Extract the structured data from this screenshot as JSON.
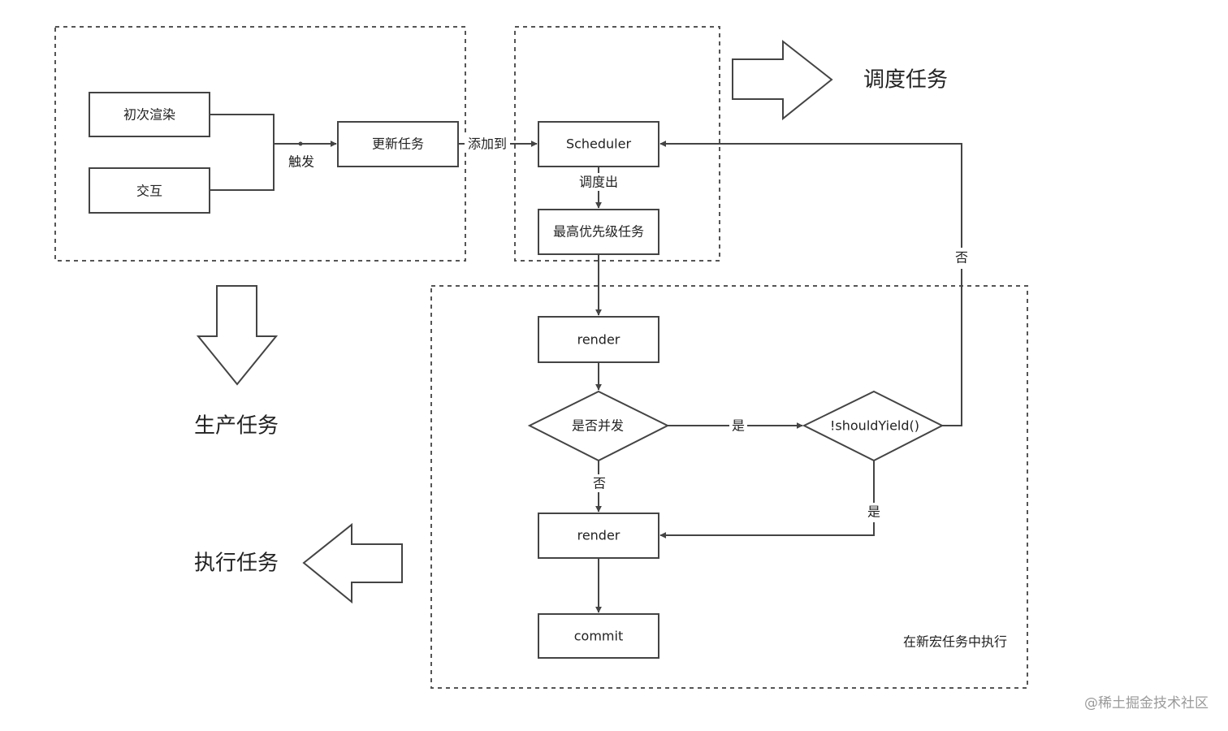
{
  "nodes": {
    "initial_render": "初次渲染",
    "interaction": "交互",
    "update_task": "更新任务",
    "scheduler": "Scheduler",
    "highest_priority_task": "最高优先级任务",
    "render_1": "render",
    "is_concurrent": "是否并发",
    "should_yield": "!shouldYield()",
    "render_2": "render",
    "commit": "commit"
  },
  "edge_labels": {
    "trigger": "触发",
    "add_to": "添加到",
    "schedule_out": "调度出",
    "yes_1": "是",
    "no_1": "否",
    "yes_2": "是",
    "no_2": "否"
  },
  "group_labels": {
    "schedule_task": "调度任务",
    "produce_task": "生产任务",
    "execute_task": "执行任务",
    "run_in_macrotask": "在新宏任务中执行"
  },
  "watermark": "@稀土掘金技术社区",
  "colors": {
    "stroke": "#444444",
    "dash": "#555555",
    "text": "#222222",
    "watermark": "#9a9a9a"
  }
}
